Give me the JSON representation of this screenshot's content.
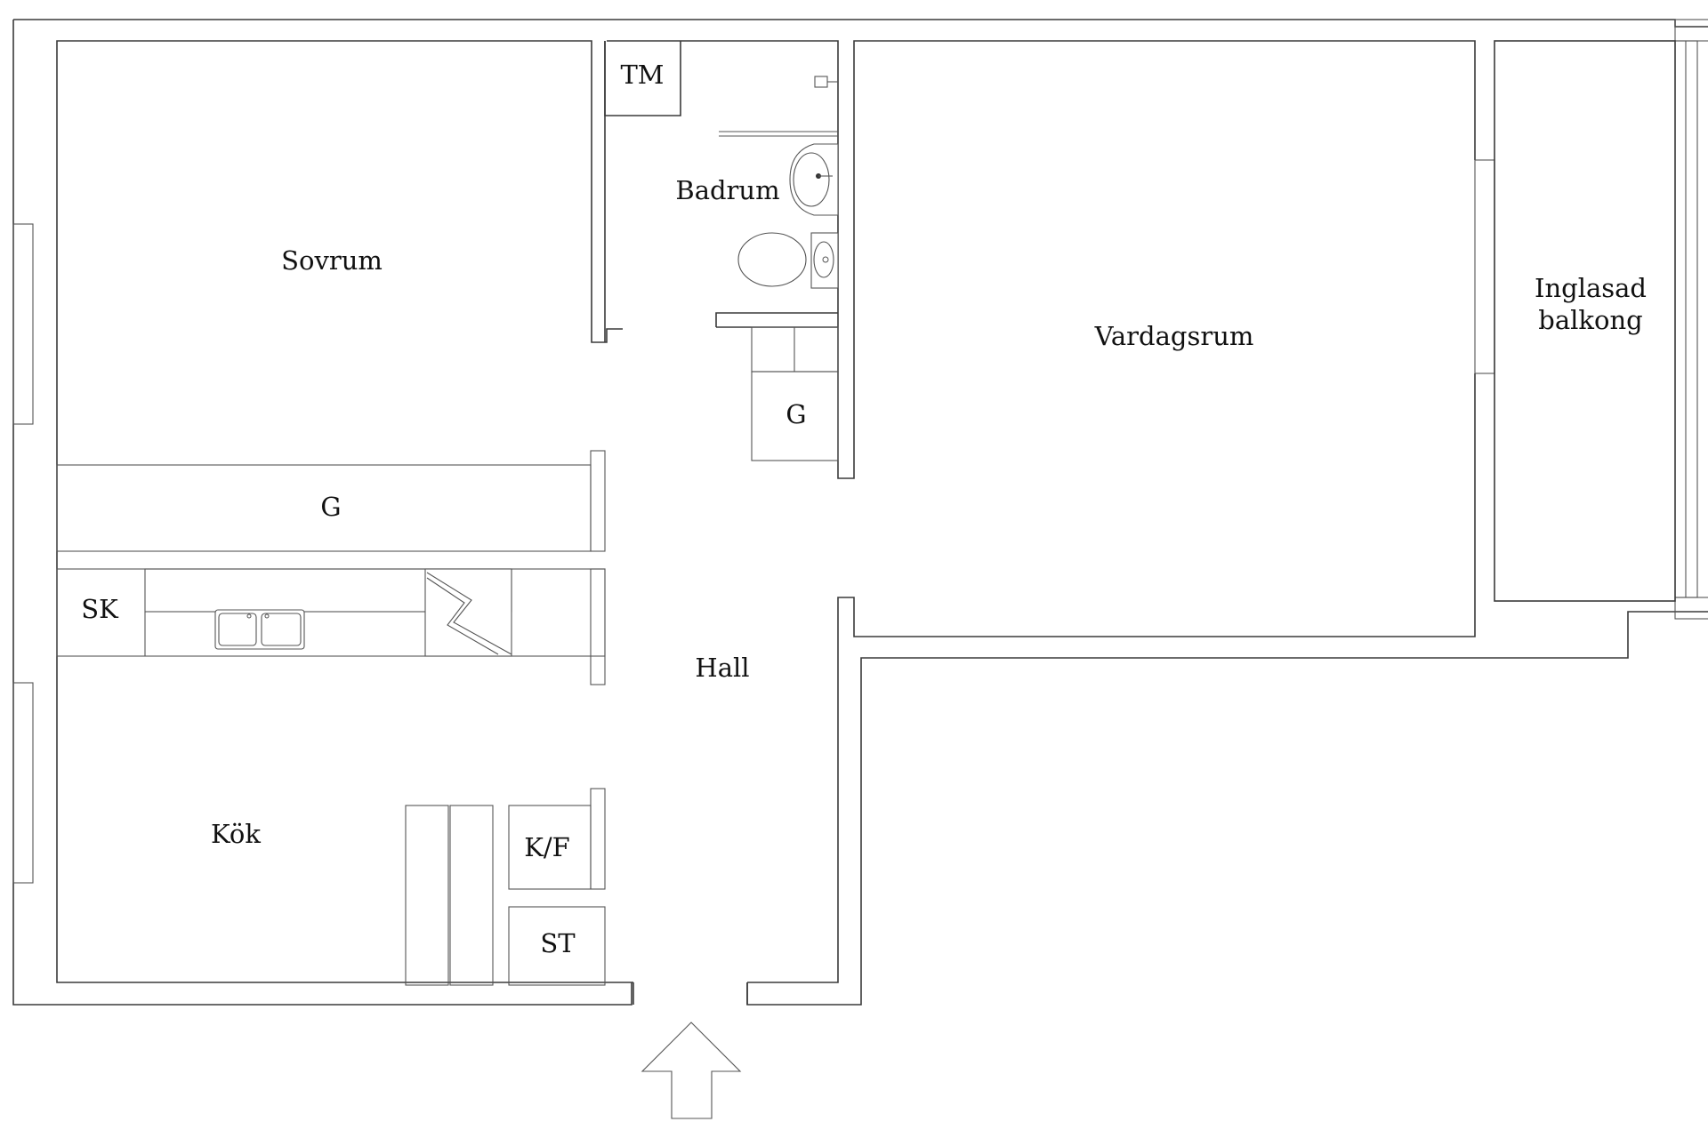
{
  "rooms": {
    "sovrum": "Sovrum",
    "badrum": "Badrum",
    "tm": "TM",
    "vardagsrum": "Vardagsrum",
    "balkong_line1": "Inglasad",
    "balkong_line2": "balkong",
    "garderob_bath": "G",
    "garderob_bedroom": "G",
    "sk": "SK",
    "hall": "Hall",
    "kok": "Kök",
    "kf": "K/F",
    "st": "ST"
  },
  "icons": {
    "entrance": "entrance-arrow-icon",
    "sink": "kitchen-sink-icon",
    "stove": "stove-icon",
    "washbasin": "washbasin-icon",
    "toilet": "toilet-icon"
  }
}
